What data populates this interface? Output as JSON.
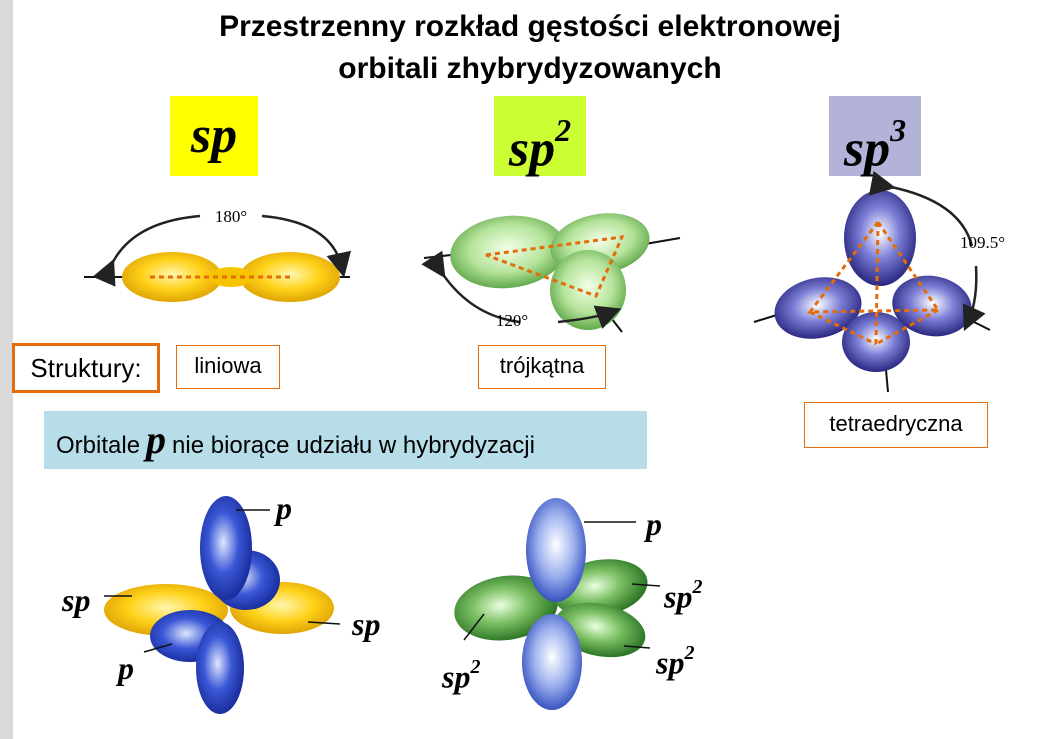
{
  "title_line1": "Przestrzenny rozkład gęstości elektronowej",
  "title_line2": "orbitali zhybrydyzowanych",
  "hyb_sp": {
    "base": "sp",
    "exp": "",
    "color": "#ffff00"
  },
  "hyb_sp2": {
    "base": "sp",
    "exp": "2",
    "color": "#ccff33"
  },
  "hyb_sp3": {
    "base": "sp",
    "exp": "3",
    "color": "#b3b3d9"
  },
  "angle_sp": "180°",
  "angle_sp2": "120°",
  "angle_sp3": "109.5°",
  "structures_label": "Struktury:",
  "struct_sp": "liniowa",
  "struct_sp2": "trójkątna",
  "struct_sp3": "tetraedryczna",
  "p_note_before": "Orbitale",
  "p_note_symbol": "p",
  "p_note_after": "nie biorące udziału w hybrydyzacji",
  "labels_sp_diagram": {
    "p_top": "p",
    "sp_left": "sp",
    "sp_right": "sp",
    "p_bottom": "p"
  },
  "labels_sp2_diagram": {
    "p_top": "p",
    "sp2_right_top": "sp",
    "sp2_right_bottom": "sp",
    "sp2_left": "sp",
    "exp": "2"
  },
  "colors": {
    "orange": "#e46c0a",
    "yellow_lobe": "#f2c200",
    "green_lobe": "#3b8a2e",
    "blue_lobe": "#1e3cb4",
    "violet_lobe": "#2a2a8a",
    "cyan_bar": "#b7dde8"
  }
}
